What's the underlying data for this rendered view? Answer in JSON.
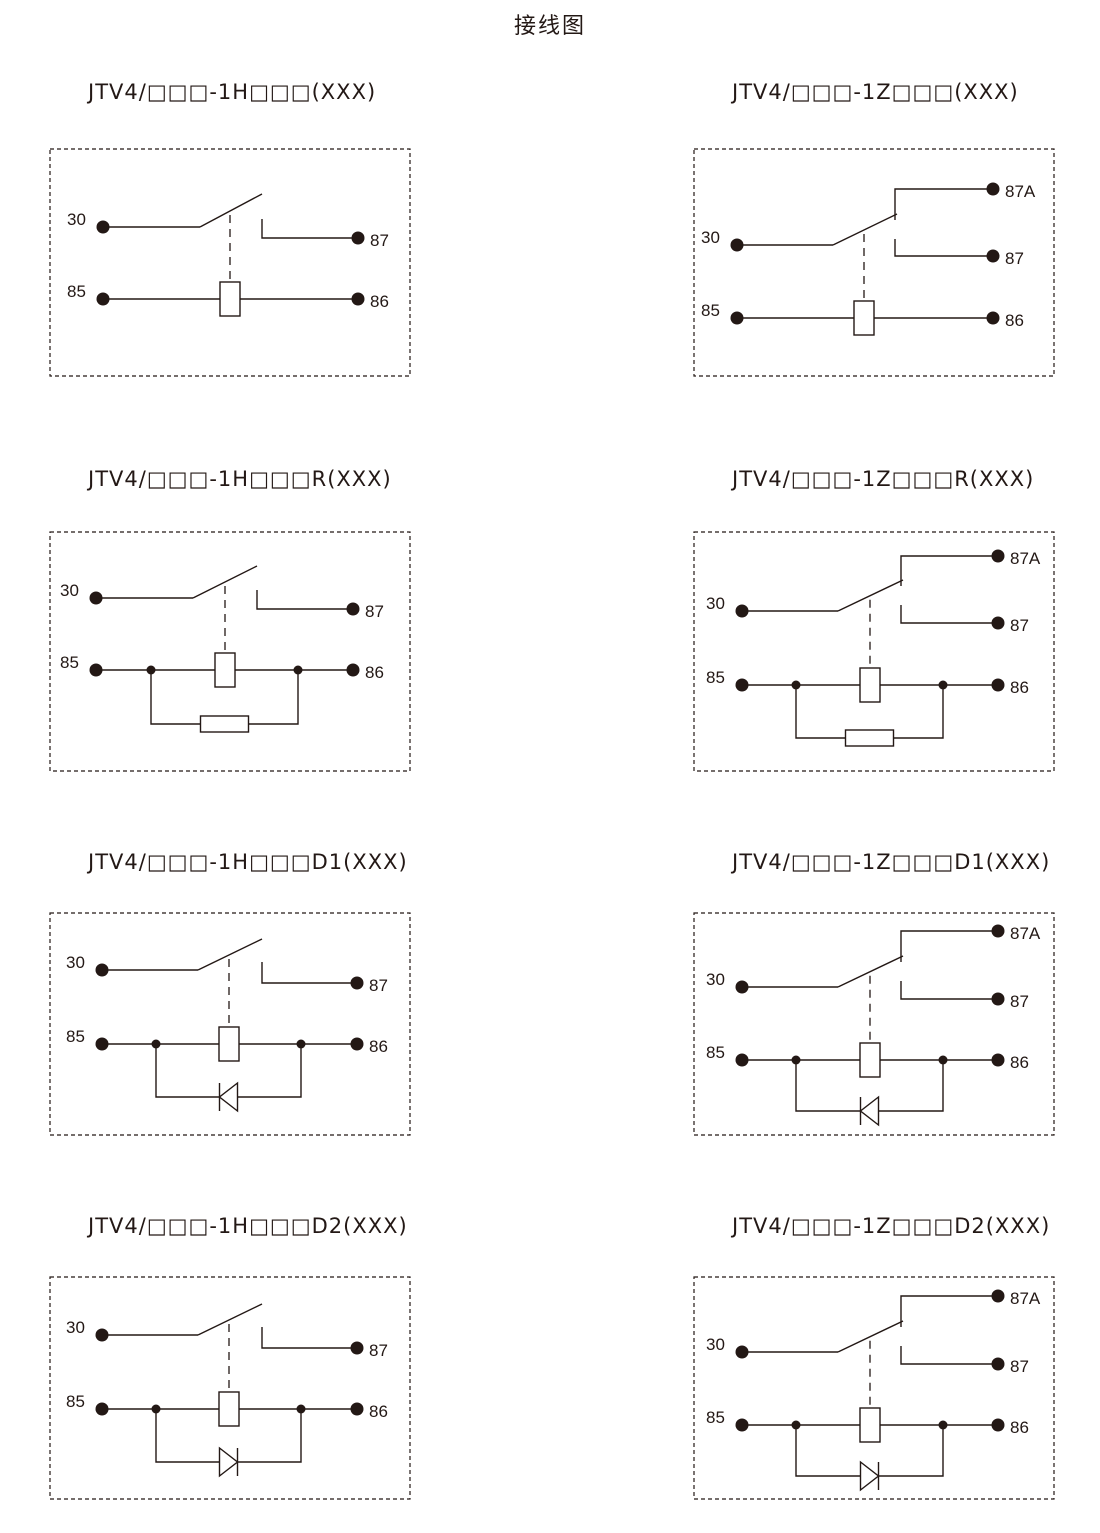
{
  "page_title": "接线图",
  "diagrams": [
    {
      "title": "JTV4/□□□-1H□□□(XXX)",
      "type": "H",
      "suppressor": "none",
      "terminals": [
        "30",
        "87",
        "85",
        "86"
      ]
    },
    {
      "title": "JTV4/□□□-1Z□□□(XXX)",
      "type": "Z",
      "suppressor": "none",
      "terminals": [
        "30",
        "87A",
        "87",
        "85",
        "86"
      ]
    },
    {
      "title": "JTV4/□□□-1H□□□R(XXX)",
      "type": "H",
      "suppressor": "resistor",
      "terminals": [
        "30",
        "87",
        "85",
        "86"
      ]
    },
    {
      "title": "JTV4/□□□-1Z□□□R(XXX)",
      "type": "Z",
      "suppressor": "resistor",
      "terminals": [
        "30",
        "87A",
        "87",
        "85",
        "86"
      ]
    },
    {
      "title": "JTV4/□□□-1H□□□D1(XXX)",
      "type": "H",
      "suppressor": "diode-left",
      "terminals": [
        "30",
        "87",
        "85",
        "86"
      ]
    },
    {
      "title": "JTV4/□□□-1Z□□□D1(XXX)",
      "type": "Z",
      "suppressor": "diode-left",
      "terminals": [
        "30",
        "87A",
        "87",
        "85",
        "86"
      ]
    },
    {
      "title": "JTV4/□□□-1H□□□D2(XXX)",
      "type": "H",
      "suppressor": "diode-right",
      "terminals": [
        "30",
        "87",
        "85",
        "86"
      ]
    },
    {
      "title": "JTV4/□□□-1Z□□□D2(XXX)",
      "type": "Z",
      "suppressor": "diode-right",
      "terminals": [
        "30",
        "87A",
        "87",
        "85",
        "86"
      ]
    }
  ]
}
